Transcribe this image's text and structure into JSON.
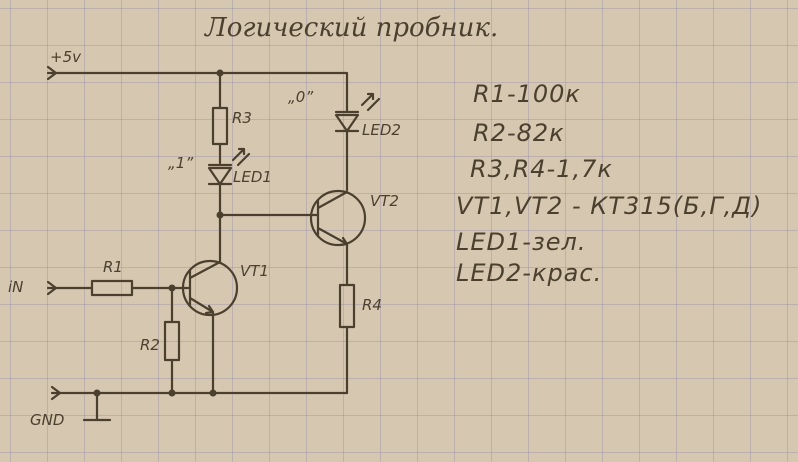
{
  "title": "Логический пробник.",
  "labels": {
    "supply": "+5v",
    "input": "iN",
    "ground": "GND",
    "r1": "R1",
    "r2": "R2",
    "r3": "R3",
    "r4": "R4",
    "led1": "LED1",
    "led2": "LED2",
    "vt1": "VT1",
    "vt2": "VT2",
    "state_one": "„1”",
    "state_zero": "„0”"
  },
  "parts_list": [
    "R1-100к",
    "R2-82к",
    "R3,R4-1,7к",
    "VT1,VT2 - КТ315(Б,Г,Д)",
    "LED1-зел.",
    "LED2-крас."
  ],
  "colors": {
    "ink": "#4b3f2e",
    "paper": "#d6c8b0"
  }
}
